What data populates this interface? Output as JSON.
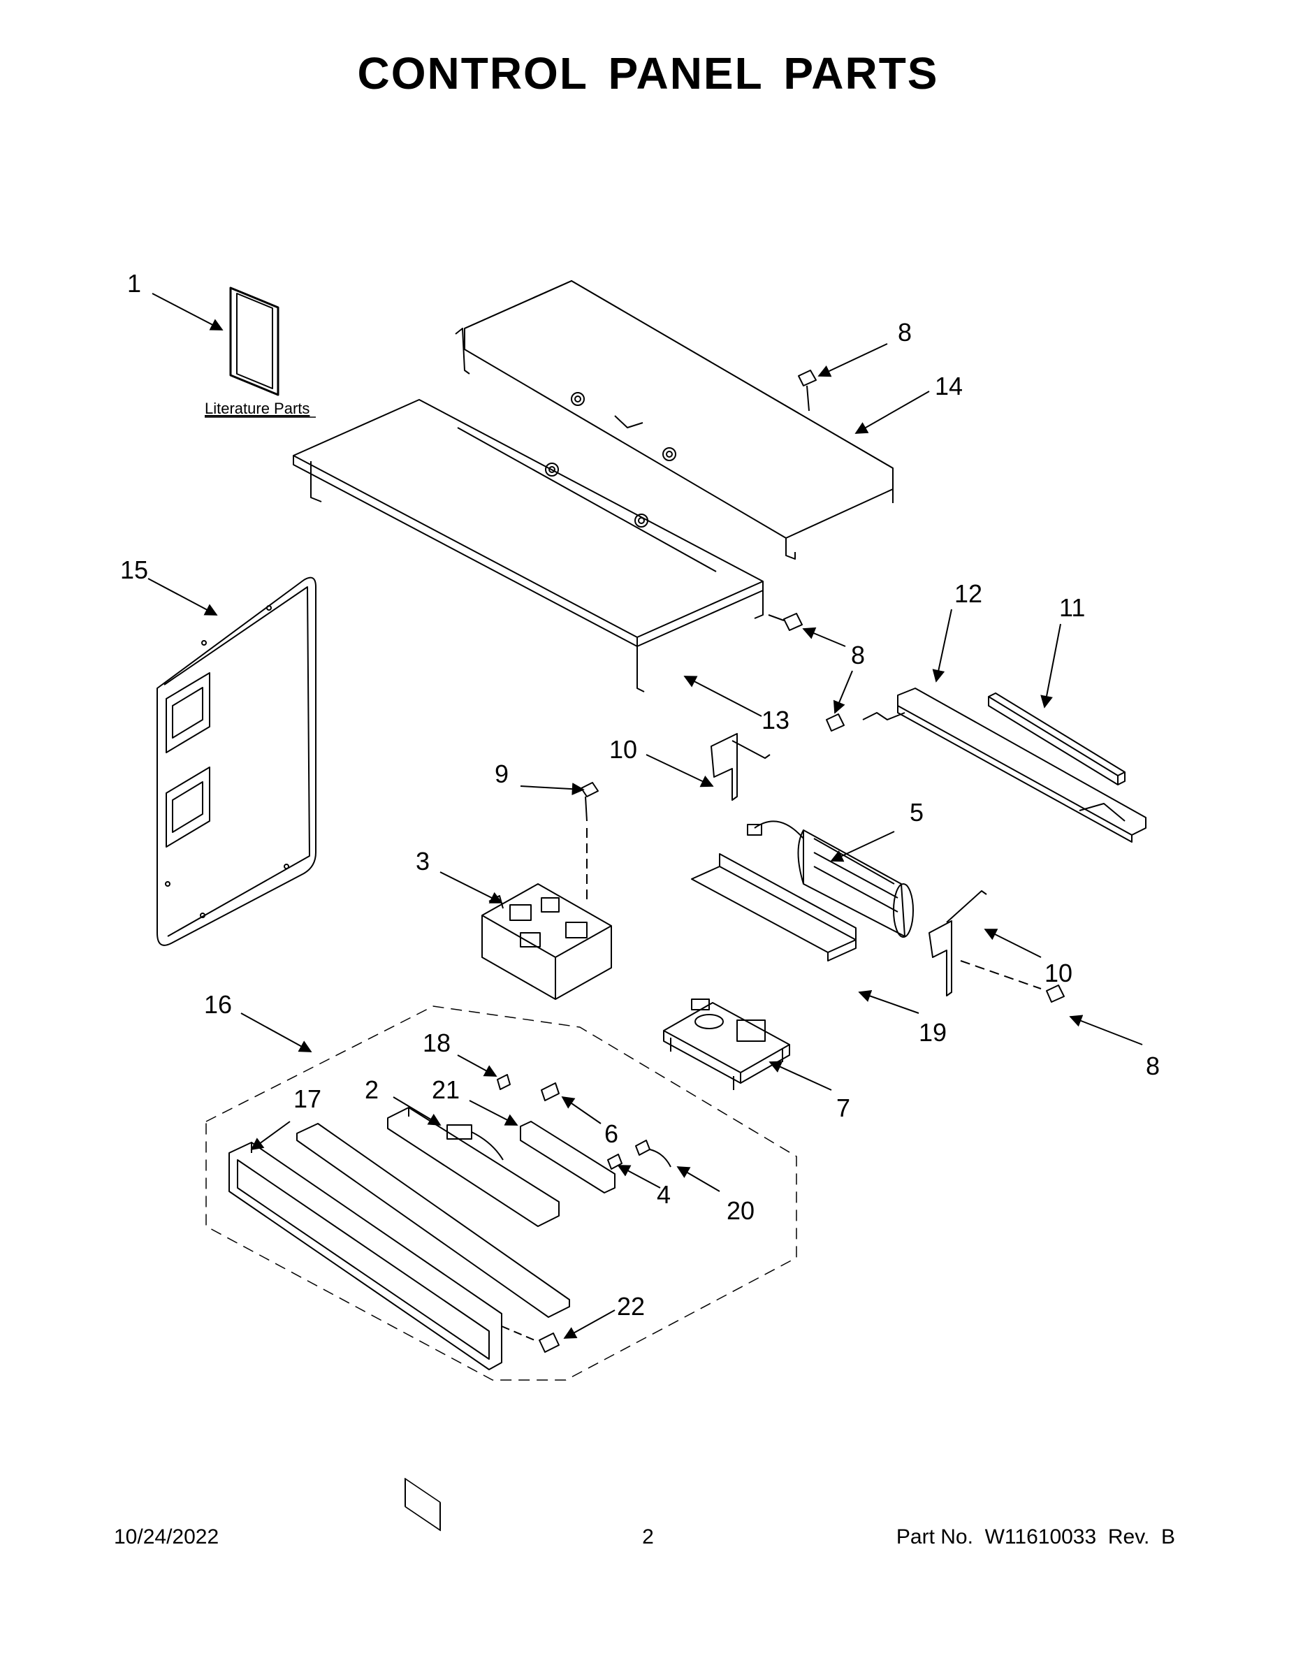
{
  "title": "CONTROL PANEL PARTS",
  "literature_label": "Literature Parts",
  "callouts": {
    "c1": "1",
    "c2": "2",
    "c3": "3",
    "c4": "4",
    "c5": "5",
    "c6": "6",
    "c7": "7",
    "c8a": "8",
    "c8b": "8",
    "c8c": "8",
    "c8d": "8",
    "c9": "9",
    "c10a": "10",
    "c10b": "10",
    "c11": "11",
    "c12": "12",
    "c13": "13",
    "c14": "14",
    "c15": "15",
    "c16": "16",
    "c17": "17",
    "c18": "18",
    "c19": "19",
    "c20": "20",
    "c21": "21",
    "c22": "22"
  },
  "footer": {
    "date": "10/24/2022",
    "page": "2",
    "part": "Part No.  W11610033  Rev.  B"
  }
}
